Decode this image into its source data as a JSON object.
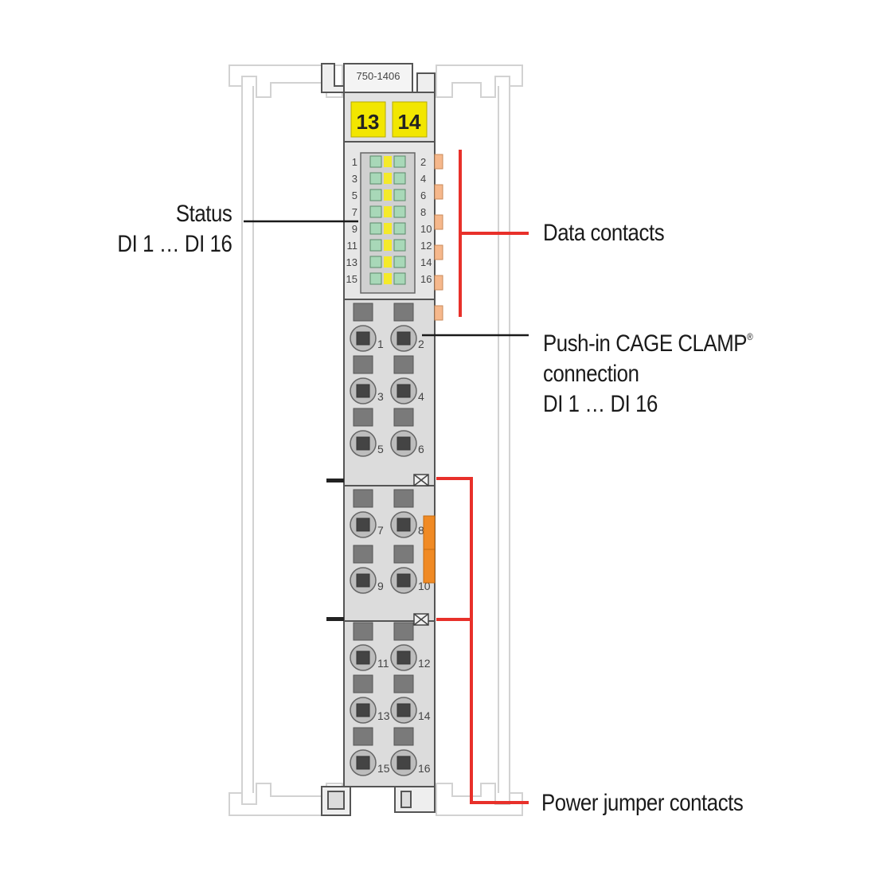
{
  "module": {
    "part_number": "750-1406",
    "header_markers": [
      "13",
      "14"
    ],
    "status_leds_left": [
      "1",
      "3",
      "5",
      "7",
      "9",
      "11",
      "13",
      "15"
    ],
    "status_leds_right": [
      "2",
      "4",
      "6",
      "8",
      "10",
      "12",
      "14",
      "16"
    ]
  },
  "connection_blocks": [
    {
      "rows": [
        [
          "1",
          "2"
        ],
        [
          "3",
          "4"
        ],
        [
          "5",
          "6"
        ]
      ]
    },
    {
      "rows": [
        [
          "7",
          "8"
        ],
        [
          "9",
          "10"
        ]
      ]
    },
    {
      "rows": [
        [
          "11",
          "12"
        ],
        [
          "13",
          "14"
        ],
        [
          "15",
          "16"
        ]
      ]
    }
  ],
  "callouts": {
    "status": [
      "Status",
      "DI 1 … DI 16"
    ],
    "data_contacts": "Data contacts",
    "push_in": {
      "line1": "Push-in CAGE CLAMP",
      "registered_mark": "®",
      "line2": "connection",
      "line3": "DI 1 … DI 16"
    },
    "power_jumper": "Power jumper contacts"
  },
  "colors": {
    "housing": "#dcdcdc",
    "housing_outline": "#555555",
    "marker_yellow": "#f2e600",
    "led_green": "#a8d8b8",
    "led_yellow": "#f4ea2a",
    "contact_orange": "#f6b88c",
    "jumper_orange": "#f08a24",
    "callout_red": "#e8302a",
    "rail_outline": "#d2d2d2"
  }
}
